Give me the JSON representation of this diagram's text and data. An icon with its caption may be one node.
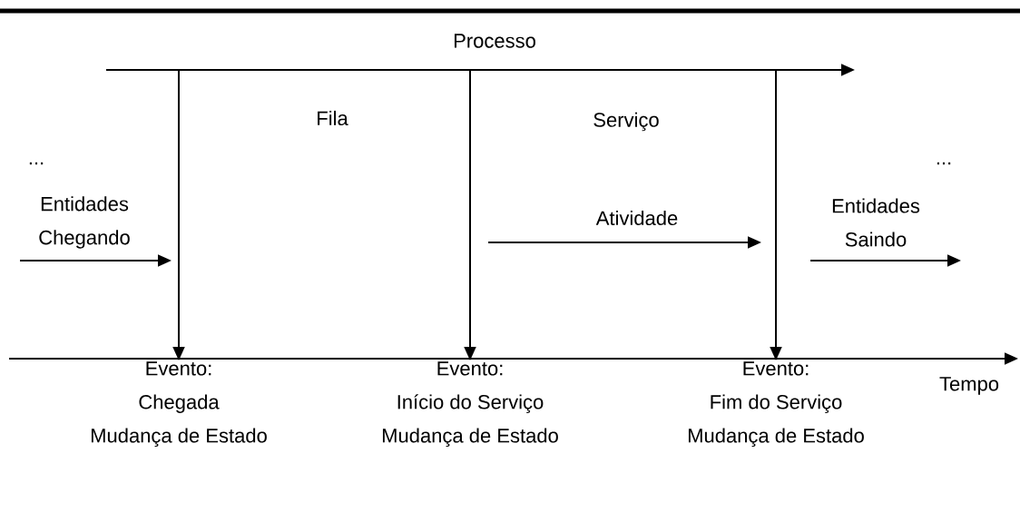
{
  "diagram": {
    "nodes": [
      {
        "text": [
          "Evento:",
          "Chegada",
          "Mudança de Estado"
        ]
      },
      {
        "text": [
          "Evento:",
          "Início do Serviço",
          "Mudança de Estado"
        ]
      },
      {
        "text": [
          "Evento:",
          "Fim do Serviço",
          "Mudança de Estado"
        ]
      }
    ],
    "edges": [
      {
        "from": null,
        "to": 0,
        "arrow": "to"
      },
      {
        "from": null,
        "to": 1,
        "arrow": "to"
      },
      {
        "from": null,
        "to": 2,
        "arrow": "to"
      }
    ],
    "labels": [
      "Processo",
      "Fila",
      "Serviço",
      "...",
      "Entidades Chegando",
      "Atividade",
      "...",
      "Entidades Saindo",
      "Tempo"
    ]
  }
}
